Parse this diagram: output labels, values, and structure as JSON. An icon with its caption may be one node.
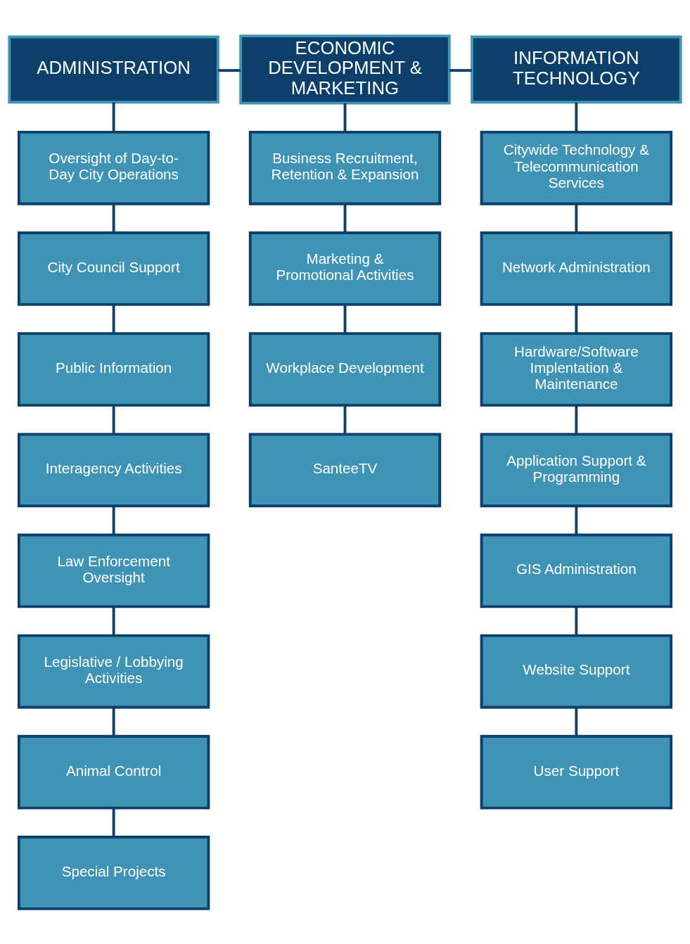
{
  "diagram": {
    "nodes": [
      {
        "text": [
          "ADMINISTRATION"
        ]
      },
      {
        "text": [
          "ECONOMIC DEVELOPMENT & MARKETING"
        ]
      },
      {
        "text": [
          "INFORMATION TECHNOLOGY"
        ]
      },
      {
        "text": [
          "Oversight of Day-to-Day City Operations"
        ]
      },
      {
        "text": [
          "City Council Support"
        ]
      },
      {
        "text": [
          "Public Information"
        ]
      },
      {
        "text": [
          "Interagency Activities"
        ]
      },
      {
        "text": [
          "Law Enforcement Oversight"
        ]
      },
      {
        "text": [
          "Legislative / Lobbying Activities"
        ]
      },
      {
        "text": [
          "Animal Control"
        ]
      },
      {
        "text": [
          "Special Projects"
        ]
      },
      {
        "text": [
          "Business Recruitment, Retention & Expansion"
        ]
      },
      {
        "text": [
          "Marketing & Promotional Activities"
        ]
      },
      {
        "text": [
          "Workplace Development"
        ]
      },
      {
        "text": [
          "SanteeTV"
        ]
      },
      {
        "text": [
          "Citywide Technology & Telecommunication Services"
        ]
      },
      {
        "text": [
          "Network Administration"
        ]
      },
      {
        "text": [
          "Hardware/Software Implentation & Maintenance"
        ]
      },
      {
        "text": [
          "Application Support & Programming"
        ]
      },
      {
        "text": [
          "GIS Administration"
        ]
      },
      {
        "text": [
          "Website Support"
        ]
      },
      {
        "text": [
          "User Support"
        ]
      }
    ],
    "edges": [
      {
        "from": 0,
        "to": 1,
        "arrow": "none"
      },
      {
        "from": 1,
        "to": 2,
        "arrow": "none"
      },
      {
        "from": 0,
        "to": 3,
        "arrow": "none"
      },
      {
        "from": 3,
        "to": 4,
        "arrow": "none"
      },
      {
        "from": 4,
        "to": 5,
        "arrow": "none"
      },
      {
        "from": 5,
        "to": 6,
        "arrow": "none"
      },
      {
        "from": 6,
        "to": 7,
        "arrow": "none"
      },
      {
        "from": 7,
        "to": 8,
        "arrow": "none"
      },
      {
        "from": 8,
        "to": 9,
        "arrow": "none"
      },
      {
        "from": 9,
        "to": 10,
        "arrow": "none"
      },
      {
        "from": 1,
        "to": 11,
        "arrow": "none"
      },
      {
        "from": 11,
        "to": 12,
        "arrow": "none"
      },
      {
        "from": 12,
        "to": 13,
        "arrow": "none"
      },
      {
        "from": 13,
        "to": 14,
        "arrow": "none"
      },
      {
        "from": 2,
        "to": 15,
        "arrow": "none"
      },
      {
        "from": 15,
        "to": 16,
        "arrow": "none"
      },
      {
        "from": 16,
        "to": 17,
        "arrow": "none"
      },
      {
        "from": 17,
        "to": 18,
        "arrow": "none"
      },
      {
        "from": 18,
        "to": 19,
        "arrow": "none"
      },
      {
        "from": 19,
        "to": 20,
        "arrow": "none"
      },
      {
        "from": 20,
        "to": 21,
        "arrow": "none"
      }
    ]
  }
}
